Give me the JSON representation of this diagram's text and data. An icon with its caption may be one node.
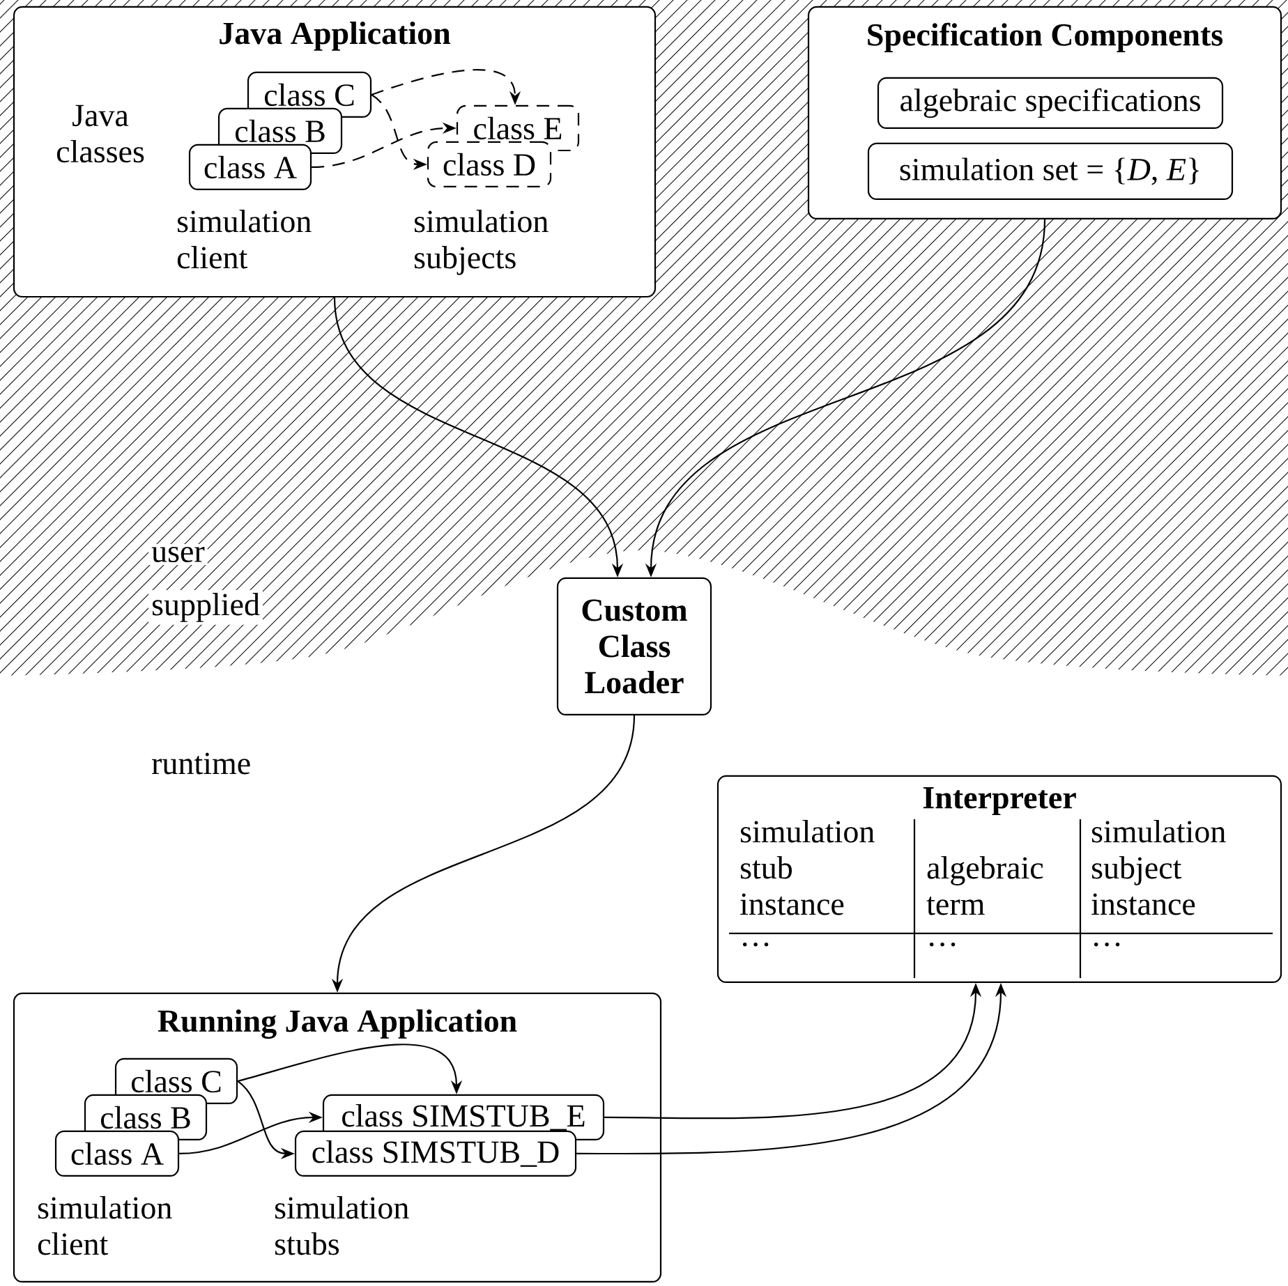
{
  "diagram": {
    "nodes": [
      {
        "text": [
          "Java Application",
          "Java classes",
          "simulation client",
          "simulation subjects"
        ]
      },
      {
        "text": [
          "class C"
        ],
        "in": 0
      },
      {
        "text": [
          "class B"
        ],
        "in": 0
      },
      {
        "text": [
          "class A"
        ],
        "in": 0
      },
      {
        "text": [
          "class E"
        ],
        "in": 0
      },
      {
        "text": [
          "class D"
        ],
        "in": 0
      },
      {
        "text": [
          "Specification Components"
        ]
      },
      {
        "text": [
          "algebraic specifications"
        ],
        "in": 6
      },
      {
        "text": [
          "simulation set = {*D*, *E*}"
        ],
        "in": 6
      },
      {
        "text": [
          "Custom Class Loader"
        ]
      },
      {
        "text": [
          "Interpreter",
          "simulation stub instance",
          "algebraic term",
          "simulation subject instance",
          "…",
          "…",
          "…"
        ]
      },
      {
        "text": [
          "Running Java Application",
          "simulation client",
          "simulation stubs"
        ]
      },
      {
        "text": [
          "class C"
        ],
        "in": 11
      },
      {
        "text": [
          "class B"
        ],
        "in": 11
      },
      {
        "text": [
          "class A"
        ],
        "in": 11
      },
      {
        "text": [
          "class SIMSTUB_E"
        ],
        "in": 11
      },
      {
        "text": [
          "class SIMSTUB_D"
        ],
        "in": 11
      }
    ],
    "edges": [
      {
        "from": 1,
        "to": 4,
        "arrow": "to",
        "style": "dashed"
      },
      {
        "from": 3,
        "to": 4,
        "arrow": "to",
        "style": "dashed"
      },
      {
        "from": 1,
        "to": 5,
        "arrow": "to",
        "style": "dashed"
      },
      {
        "from": 0,
        "to": 9,
        "arrow": "to"
      },
      {
        "from": 6,
        "to": 9,
        "arrow": "to"
      },
      {
        "from": 9,
        "to": 11,
        "arrow": "to"
      },
      {
        "from": 12,
        "to": 15,
        "arrow": "to"
      },
      {
        "from": 12,
        "to": 16,
        "arrow": "to"
      },
      {
        "from": 14,
        "to": 15,
        "arrow": "to"
      },
      {
        "from": 15,
        "to": 10,
        "arrow": "to"
      },
      {
        "from": 16,
        "to": 10,
        "arrow": "to"
      }
    ],
    "labels": [
      "user",
      "supplied",
      "runtime"
    ]
  }
}
